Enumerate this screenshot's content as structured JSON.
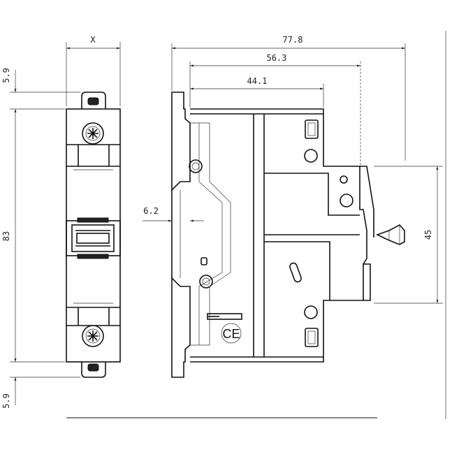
{
  "dimensions": {
    "width_front": "X",
    "overall_depth": "77.8",
    "mid_depth": "56.3",
    "inner_depth": "44.1",
    "top_offset": "5.9",
    "height": "83",
    "bottom_offset": "5.9",
    "rail_offset": "6.2",
    "terminal_height": "45"
  },
  "marks": {
    "ce": "CE"
  }
}
